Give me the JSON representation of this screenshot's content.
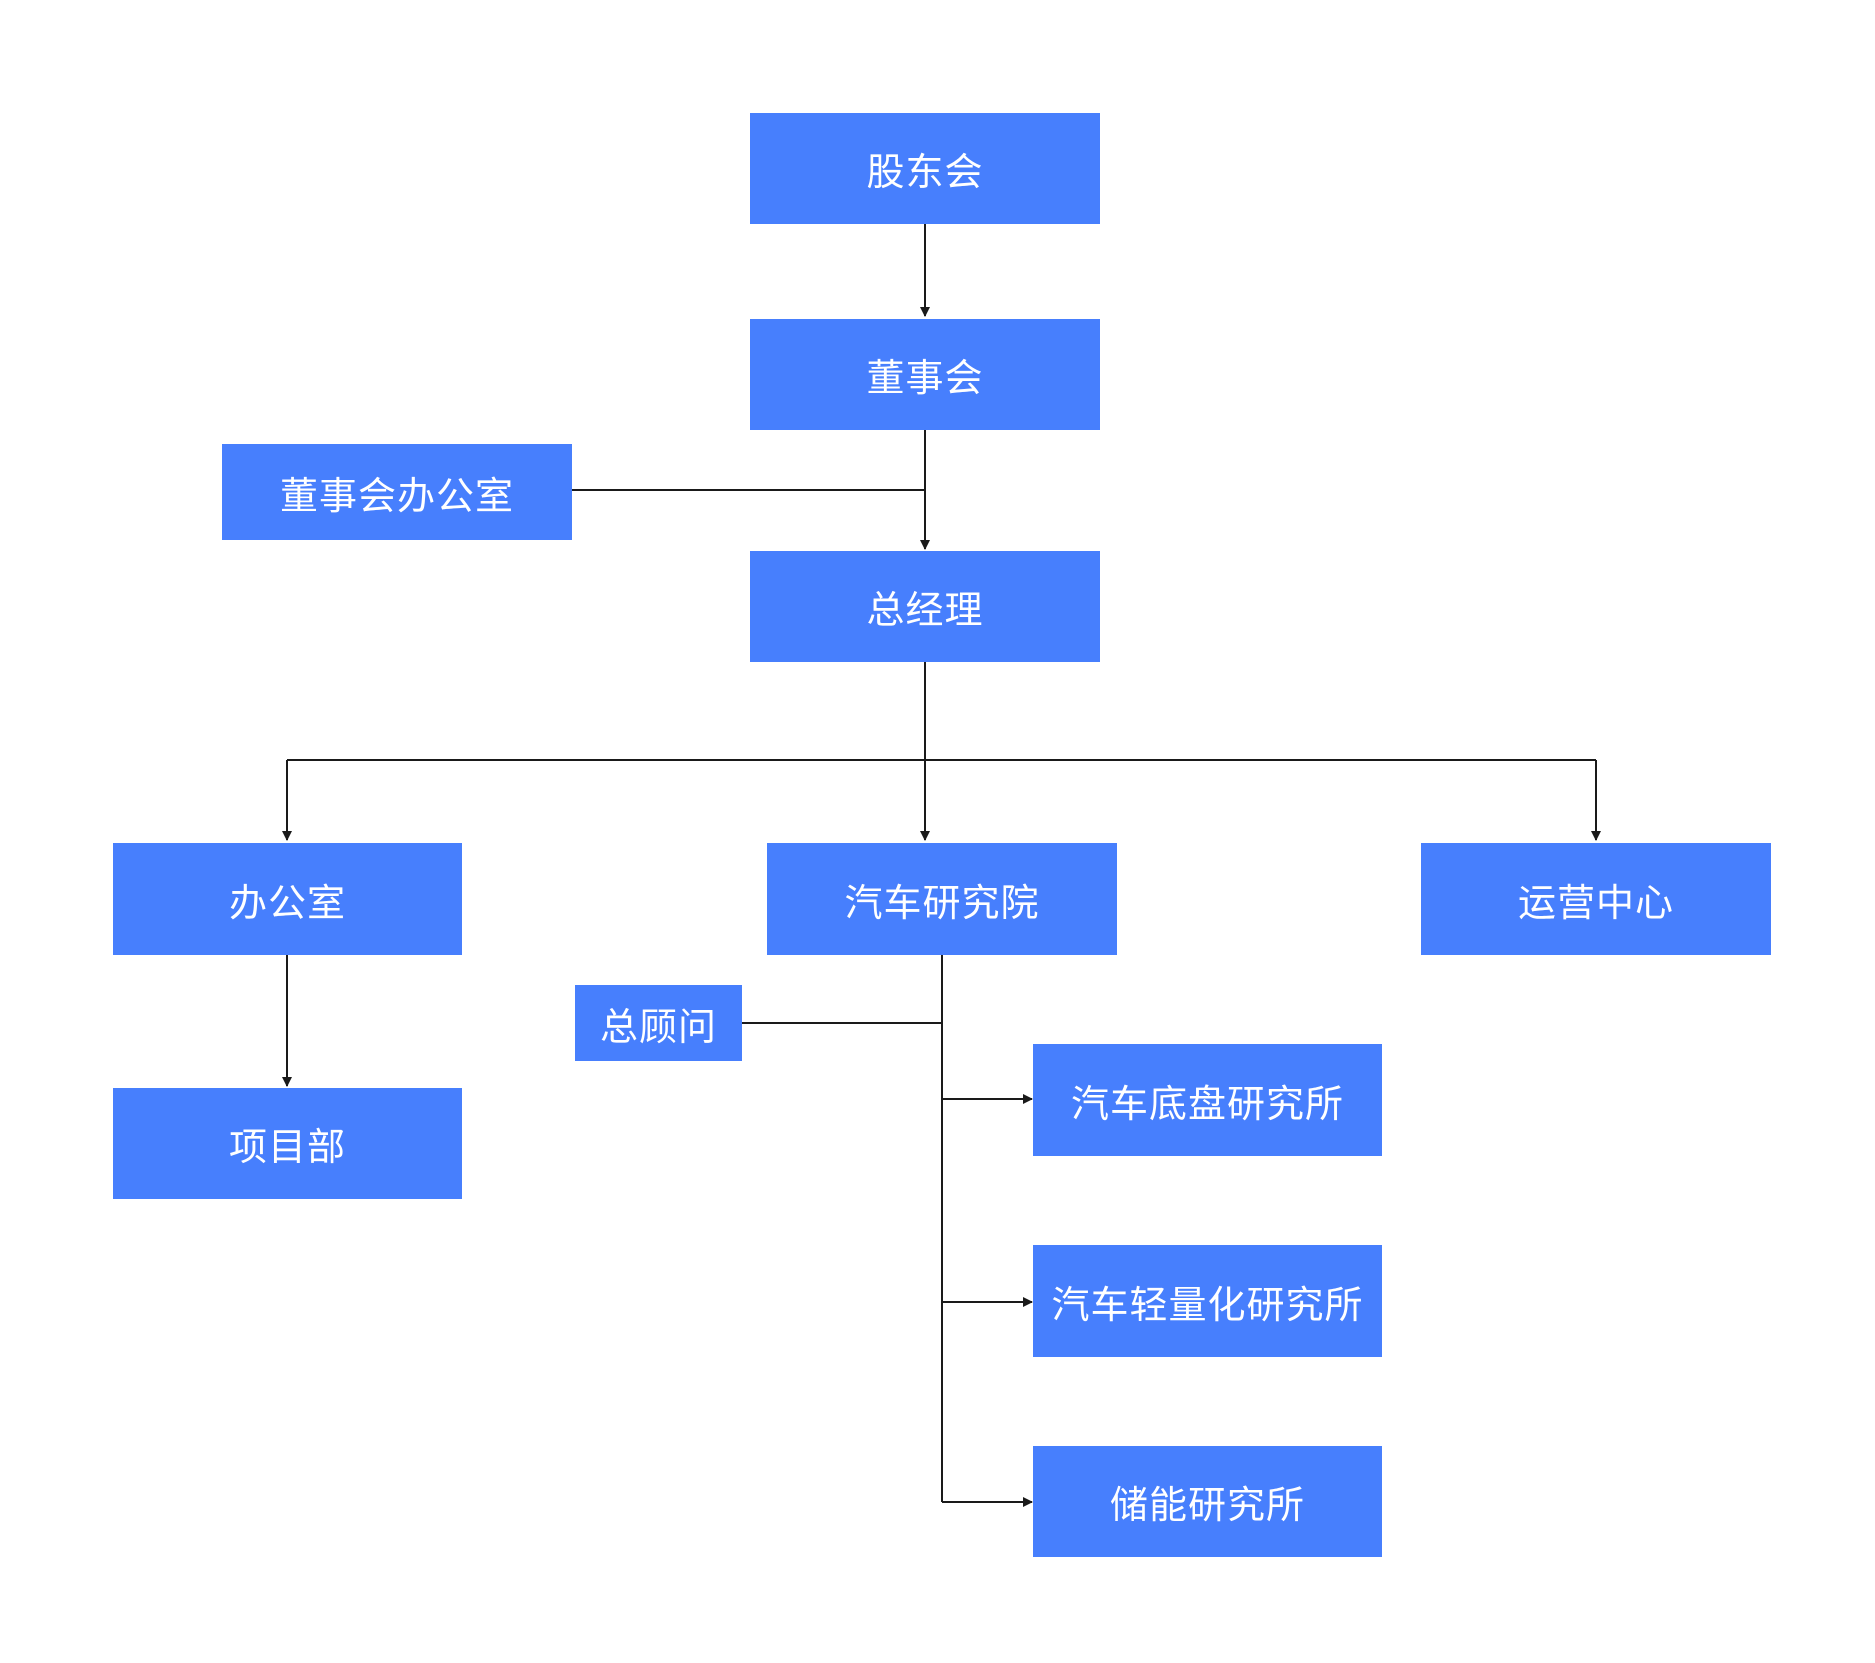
{
  "colors": {
    "node_fill": "#477ffd",
    "node_text": "#ffffff",
    "connector": "#1a1a1a",
    "background": "#ffffff"
  },
  "nodes": {
    "shareholders": "股东会",
    "board": "董事会",
    "board_office": "董事会办公室",
    "general_manager": "总经理",
    "office": "办公室",
    "auto_institute": "汽车研究院",
    "operations_center": "运营中心",
    "project_dept": "项目部",
    "chief_advisor": "总顾问",
    "chassis_lab": "汽车底盘研究所",
    "lightweight_lab": "汽车轻量化研究所",
    "energy_storage_lab": "储能研究所"
  }
}
